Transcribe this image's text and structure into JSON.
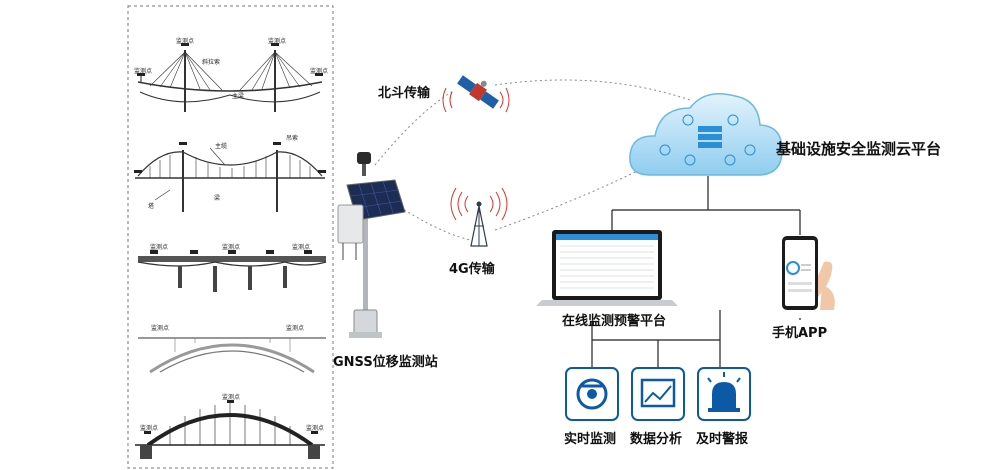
{
  "labels": {
    "beidou": "北斗传输",
    "fourg": "4G传输",
    "cloud": "基础设施安全监测云平台",
    "gnss": "GNSS位移监测站",
    "online": "在线监测预警平台",
    "app": "手机APP",
    "realtime": "实时监测",
    "analysis": "数据分析",
    "alarm": "及时警报"
  },
  "bridge_labels": {
    "monitor_point": "监测点",
    "main_beam": "主梁",
    "main_cable": "主缆",
    "suspender": "吊索",
    "stay_cable": "斜拉索",
    "tower": "塔",
    "beam": "梁"
  },
  "colors": {
    "primary_blue": "#2a8fd6",
    "dark_blue": "#0c5aa6",
    "cloud_light": "#e3f3fc",
    "cloud_mid": "#8fcdef",
    "signal_red": "#d9342b"
  }
}
